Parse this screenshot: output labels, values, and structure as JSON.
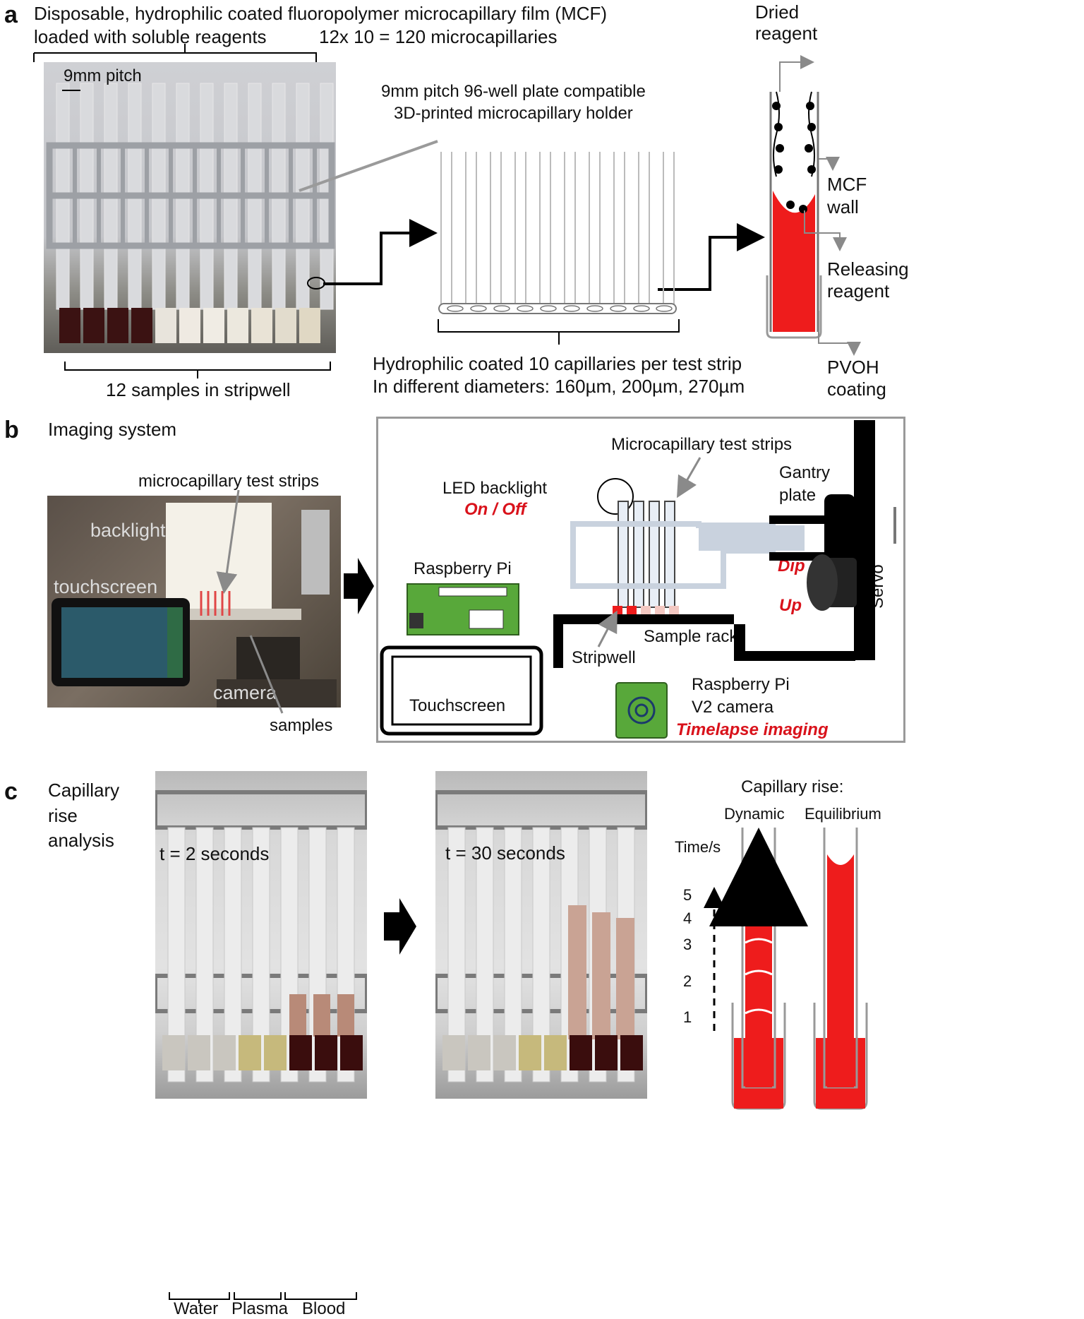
{
  "panel_a": {
    "letter": "a",
    "title_line1": "Disposable, hydrophilic coated fluoropolymer microcapillary film (MCF)",
    "title_line2": "loaded with soluble reagents",
    "count": "12x 10 = 120 microcapillaries",
    "pitch": "9mm pitch",
    "holder_line1": "9mm pitch 96-well plate compatible",
    "holder_line2": "3D-printed microcapillary holder",
    "samples": "12 samples in stripwell",
    "strip_line1": "Hydrophilic  coated 10 capillaries per test strip",
    "strip_line2": "In different diameters: 160µm, 200µm, 270µm",
    "dried_line1": "Dried",
    "dried_line2": "reagent",
    "mcf_line1": "MCF",
    "mcf_line2": "wall",
    "releasing_line1": "Releasing",
    "releasing_line2": "reagent",
    "pvoh_line1": "PVOH",
    "pvoh_line2": "coating"
  },
  "panel_b": {
    "letter": "b",
    "title": "Imaging system",
    "strips_label": "microcapillary test strips",
    "backlight": "backlight",
    "touchscreen": "touchscreen",
    "camera": "camera",
    "samples": "samples",
    "schem_strips": "Microcapillary  test strips",
    "led": "LED backlight",
    "onoff": "On / Off",
    "gantry_line1": "Gantry",
    "gantry_line2": "plate",
    "raspberry": "Raspberry Pi",
    "dip": "Dip",
    "up": "Up",
    "servo": "Servo",
    "sample_rack": "Sample rack",
    "stripwell": "Stripwell",
    "touchscreen_box": "Touchscreen",
    "cam_line1": "Raspberry Pi",
    "cam_line2": "V2 camera",
    "timelapse": "Timelapse imaging"
  },
  "panel_c": {
    "letter": "c",
    "title_line1": "Capillary",
    "title_line2": "rise",
    "title_line3": "analysis",
    "t1": "t = 2 seconds",
    "t2": "t = 30 seconds",
    "water": "Water",
    "plasma": "Plasma",
    "blood": "Blood",
    "cr_title": "Capillary rise:",
    "dynamic": "Dynamic",
    "equilibrium": "Equilibrium",
    "time": "Time/s",
    "ticks": [
      "5",
      "4",
      "3",
      "2",
      "1"
    ]
  },
  "colors": {
    "liquid": "#ee1c1c",
    "pcb": "#58a83a",
    "blood": "#3a0d0d"
  }
}
